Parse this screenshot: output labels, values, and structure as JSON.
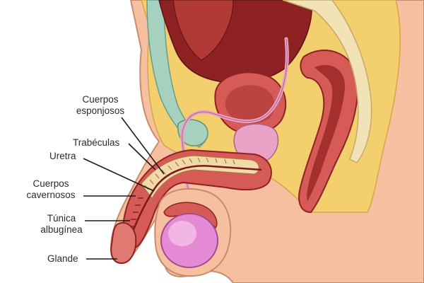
{
  "labels": {
    "cuerpos_esponjosos": [
      "Cuerpos",
      "esponjosos"
    ],
    "trabeculas": "Trabéculas",
    "uretra": "Uretra",
    "cuerpos_cavernosos": [
      "Cuerpos",
      "cavernosos"
    ],
    "tunica_albuginea": [
      "Túnica",
      "albugínea"
    ],
    "glande": "Glande"
  },
  "colors": {
    "skin": "#f6c0a0",
    "skin_outline": "#c98a6c",
    "fat_yellow": "#f3cf6e",
    "tissue_red": "#d65a55",
    "deep_red": "#8e2222",
    "testis_pink": "#e58ad4",
    "bladder_pink": "#e9a3c7",
    "cartilage_teal": "#a5d1be",
    "bone_cream": "#f1e3b6",
    "leader_line": "#1a1a1a"
  }
}
